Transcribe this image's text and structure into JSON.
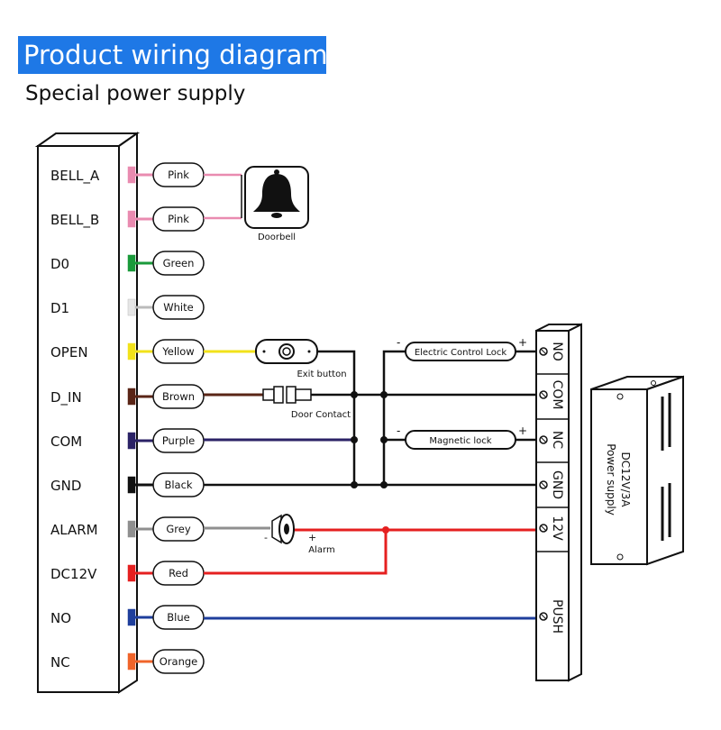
{
  "header": {
    "title": "Product wiring diagram",
    "subtitle": "Special power supply"
  },
  "terminals": [
    {
      "id": "bell-a",
      "label": "BELL_A",
      "wire": "Pink",
      "color": "#e98bb0"
    },
    {
      "id": "bell-b",
      "label": "BELL_B",
      "wire": "Pink",
      "color": "#e98bb0"
    },
    {
      "id": "d0",
      "label": "D0",
      "wire": "Green",
      "color": "#1a9a3a"
    },
    {
      "id": "d1",
      "label": "D1",
      "wire": "White",
      "color": "#e6e6e6"
    },
    {
      "id": "open",
      "label": "OPEN",
      "wire": "Yellow",
      "color": "#f2e21a"
    },
    {
      "id": "d-in",
      "label": "D_IN",
      "wire": "Brown",
      "color": "#5a2516"
    },
    {
      "id": "com",
      "label": "COM",
      "wire": "Purple",
      "color": "#2b2266"
    },
    {
      "id": "gnd",
      "label": "GND",
      "wire": "Black",
      "color": "#111111"
    },
    {
      "id": "alarm",
      "label": "ALARM",
      "wire": "Grey",
      "color": "#8f8f8f"
    },
    {
      "id": "dc12v",
      "label": "DC12V",
      "wire": "Red",
      "color": "#e52020"
    },
    {
      "id": "no",
      "label": "NO",
      "wire": "Blue",
      "color": "#1f3f9c"
    },
    {
      "id": "nc",
      "label": "NC",
      "wire": "Orange",
      "color": "#f0642a"
    }
  ],
  "devices": {
    "doorbell": "Doorbell",
    "exit_button": "Exit button",
    "door_contact": "Door Contact",
    "alarm": "Alarm",
    "alarm_minus": "-",
    "alarm_plus": "+",
    "electric_lock": "Electric Control Lock",
    "electric_lock_minus": "-",
    "electric_lock_plus": "+",
    "magnetic_lock": "Magnetic lock",
    "magnetic_lock_minus": "-",
    "magnetic_lock_plus": "+"
  },
  "power_terminals": [
    "NO",
    "COM",
    "NC",
    "GND",
    "12V",
    "PUSH"
  ],
  "power_supply": {
    "line1": "DC12V/3A",
    "line2": "Power supply"
  }
}
